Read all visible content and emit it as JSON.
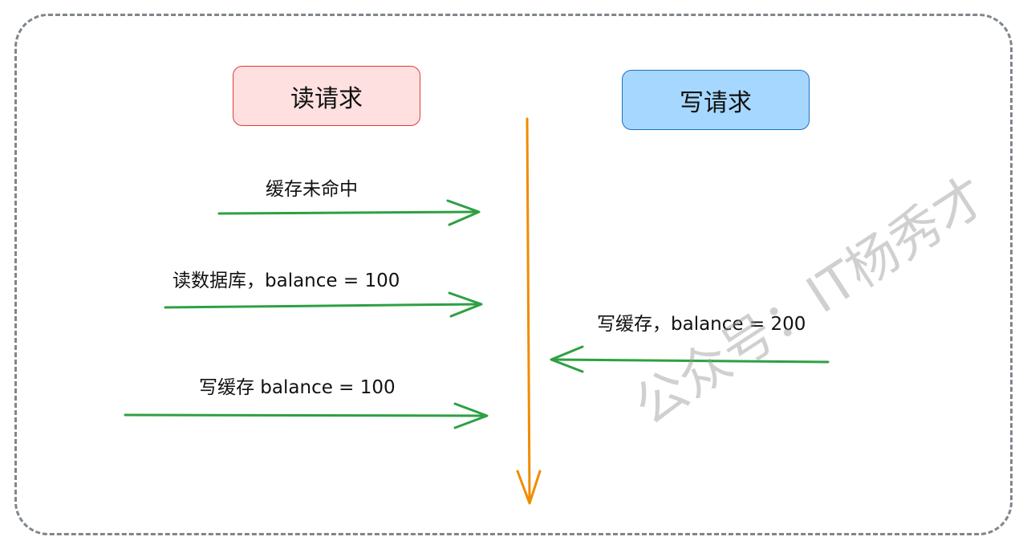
{
  "read_request": "读请求",
  "write_request": "写请求",
  "steps": {
    "cache_miss": "缓存未命中",
    "read_db": "读数据库，balance = 100",
    "write_cache_read": "写缓存 balance = 100",
    "write_cache_write": "写缓存，balance = 200"
  },
  "watermark": "公众号：IT杨秀才",
  "colors": {
    "arrow": "#2ea043",
    "timeline": "#f08c00"
  }
}
